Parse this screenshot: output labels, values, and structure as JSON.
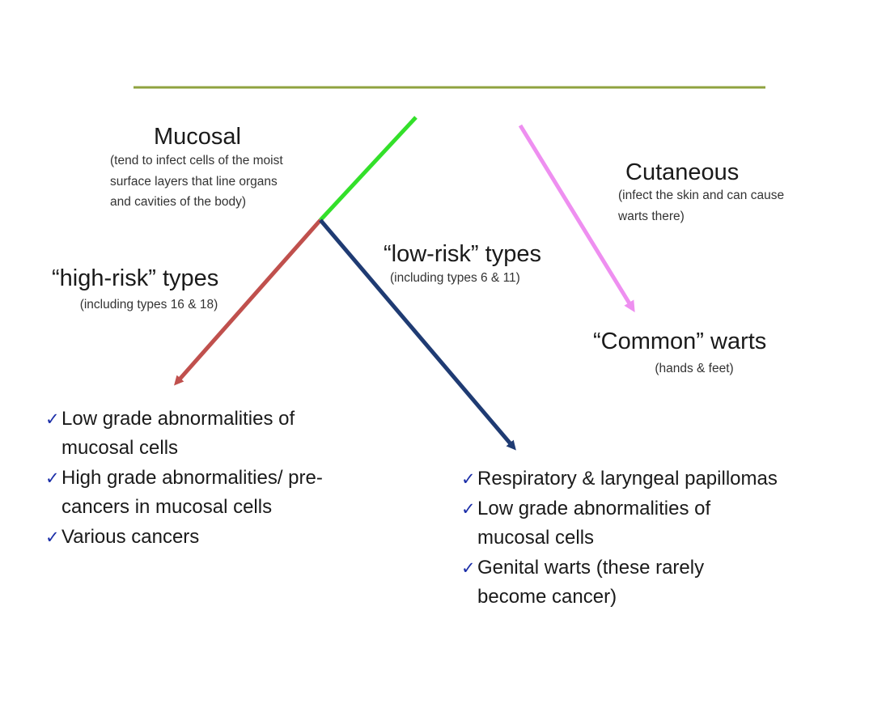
{
  "mucosal": {
    "title": "Mucosal",
    "description": "(tend to infect cells of the moist surface layers that line organs and cavities of the body)"
  },
  "cutaneous": {
    "title": "Cutaneous",
    "description": "(infect the skin and can cause warts there)"
  },
  "high_risk": {
    "title": "“high-risk” types",
    "subtitle": "(including types 16 & 18)",
    "outcomes": [
      "Low grade abnormalities of mucosal cells",
      "High grade abnormalities/ pre-cancers in mucosal cells",
      "Various cancers"
    ]
  },
  "low_risk": {
    "title": "“low-risk” types",
    "subtitle": "(including types 6 & 11)",
    "outcomes": [
      "Respiratory & laryngeal papillomas",
      "Low grade abnormalities of mucosal cells",
      "Genital warts (these rarely become cancer)"
    ]
  },
  "common_warts": {
    "title": "“Common” warts",
    "subtitle": "(hands & feet)"
  },
  "check_mark": "✓",
  "colors": {
    "top_rule": "#8fa33f",
    "mucosal_branch": "#33e02a",
    "cutaneous_branch": "#ee8ff0",
    "high_risk_branch": "#c0504d",
    "low_risk_branch": "#1f3b73",
    "check_mark": "#1b2ea8"
  }
}
